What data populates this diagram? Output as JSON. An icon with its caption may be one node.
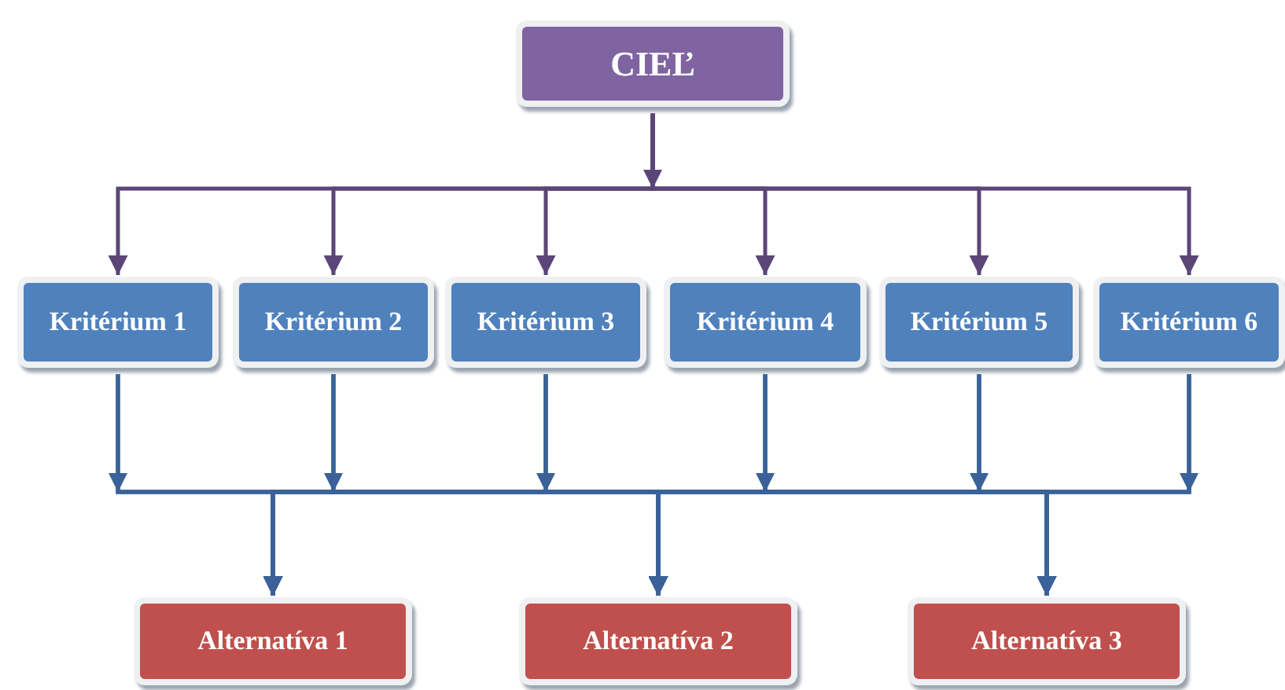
{
  "diagram": {
    "nodes": [
      {
        "text": [
          "CIEĽ"
        ]
      },
      {
        "text": [
          "Kritérium 1"
        ]
      },
      {
        "text": [
          "Kritérium 2"
        ]
      },
      {
        "text": [
          "Kritérium 3"
        ]
      },
      {
        "text": [
          "Kritérium 4"
        ]
      },
      {
        "text": [
          "Kritérium 5"
        ]
      },
      {
        "text": [
          "Kritérium 6"
        ]
      },
      {
        "text": [
          "Alternatíva 1"
        ]
      },
      {
        "text": [
          "Alternatíva 2"
        ]
      },
      {
        "text": [
          "Alternatíva 3"
        ]
      }
    ],
    "edges": [
      {
        "from": 0,
        "to": 1,
        "arrow": "to",
        "color": "#5b4678"
      },
      {
        "from": 0,
        "to": 2,
        "arrow": "to",
        "color": "#5b4678"
      },
      {
        "from": 0,
        "to": 3,
        "arrow": "to",
        "color": "#5b4678"
      },
      {
        "from": 0,
        "to": 4,
        "arrow": "to",
        "color": "#5b4678"
      },
      {
        "from": 0,
        "to": 5,
        "arrow": "to",
        "color": "#5b4678"
      },
      {
        "from": 0,
        "to": 6,
        "arrow": "to",
        "color": "#5b4678"
      },
      {
        "from": 1,
        "to": 7,
        "arrow": "to"
      },
      {
        "from": 1,
        "to": 8,
        "arrow": "to"
      },
      {
        "from": 1,
        "to": 9,
        "arrow": "to"
      },
      {
        "from": 2,
        "to": 7,
        "arrow": "to"
      },
      {
        "from": 2,
        "to": 8,
        "arrow": "to"
      },
      {
        "from": 2,
        "to": 9,
        "arrow": "to"
      },
      {
        "from": 3,
        "to": 7,
        "arrow": "to"
      },
      {
        "from": 3,
        "to": 8,
        "arrow": "to"
      },
      {
        "from": 3,
        "to": 9,
        "arrow": "to"
      },
      {
        "from": 4,
        "to": 7,
        "arrow": "to"
      },
      {
        "from": 4,
        "to": 8,
        "arrow": "to"
      },
      {
        "from": 4,
        "to": 9,
        "arrow": "to"
      },
      {
        "from": 5,
        "to": 7,
        "arrow": "to"
      },
      {
        "from": 5,
        "to": 8,
        "arrow": "to"
      },
      {
        "from": 5,
        "to": 9,
        "arrow": "to"
      },
      {
        "from": 6,
        "to": 7,
        "arrow": "to"
      },
      {
        "from": 6,
        "to": 8,
        "arrow": "to"
      },
      {
        "from": 6,
        "to": 9,
        "arrow": "to"
      }
    ]
  }
}
